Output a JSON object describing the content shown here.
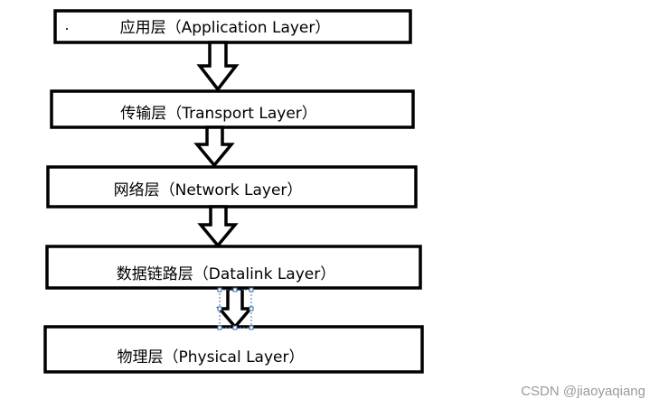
{
  "layers": [
    {
      "label": "应用层（Application Layer）"
    },
    {
      "label": "传输层（Transport Layer）"
    },
    {
      "label": "网络层（Network Layer）"
    },
    {
      "label": "数据链路层（Datalink Layer）"
    },
    {
      "label": "物理层（Physical Layer）"
    }
  ],
  "watermark": "CSDN @jiaoyaqiang",
  "colors": {
    "stroke": "#000000",
    "background": "#ffffff",
    "selection_handle": "#3a6ea5",
    "watermark": "#9a9a9a"
  },
  "icons": {
    "arrow": "hollow-down-arrow"
  }
}
